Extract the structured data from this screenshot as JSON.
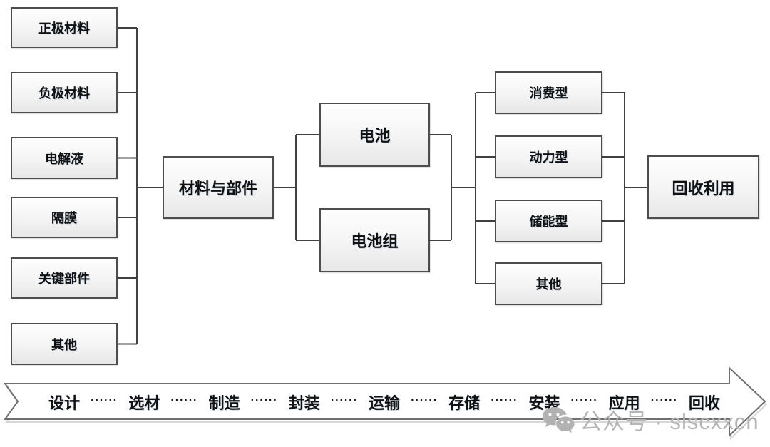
{
  "diagram": {
    "left_column": [
      "正极材料",
      "负极材料",
      "电解液",
      "隔膜",
      "关键部件",
      "其他"
    ],
    "hub": "材料与部件",
    "mid_column": [
      "电池",
      "电池组"
    ],
    "type_column": [
      "消费型",
      "动力型",
      "储能型",
      "其他"
    ],
    "end_node": "回收利用"
  },
  "process_arrow": {
    "stages": [
      "设计",
      "选材",
      "制造",
      "封装",
      "运输",
      "存储",
      "安装",
      "应用",
      "回收"
    ],
    "separator": "······"
  },
  "watermark": {
    "icon": "wechat-icon",
    "text": "公众号 · slscxxcn"
  },
  "colors": {
    "box_border": "#4d4d4d",
    "box_fill_top": "#fefefe",
    "box_fill_bottom": "#e7e7e7",
    "connector": "#404040",
    "ribbon_border": "#6f6f6f",
    "watermark_gray": "#b5b5b5",
    "text": "#111111"
  }
}
